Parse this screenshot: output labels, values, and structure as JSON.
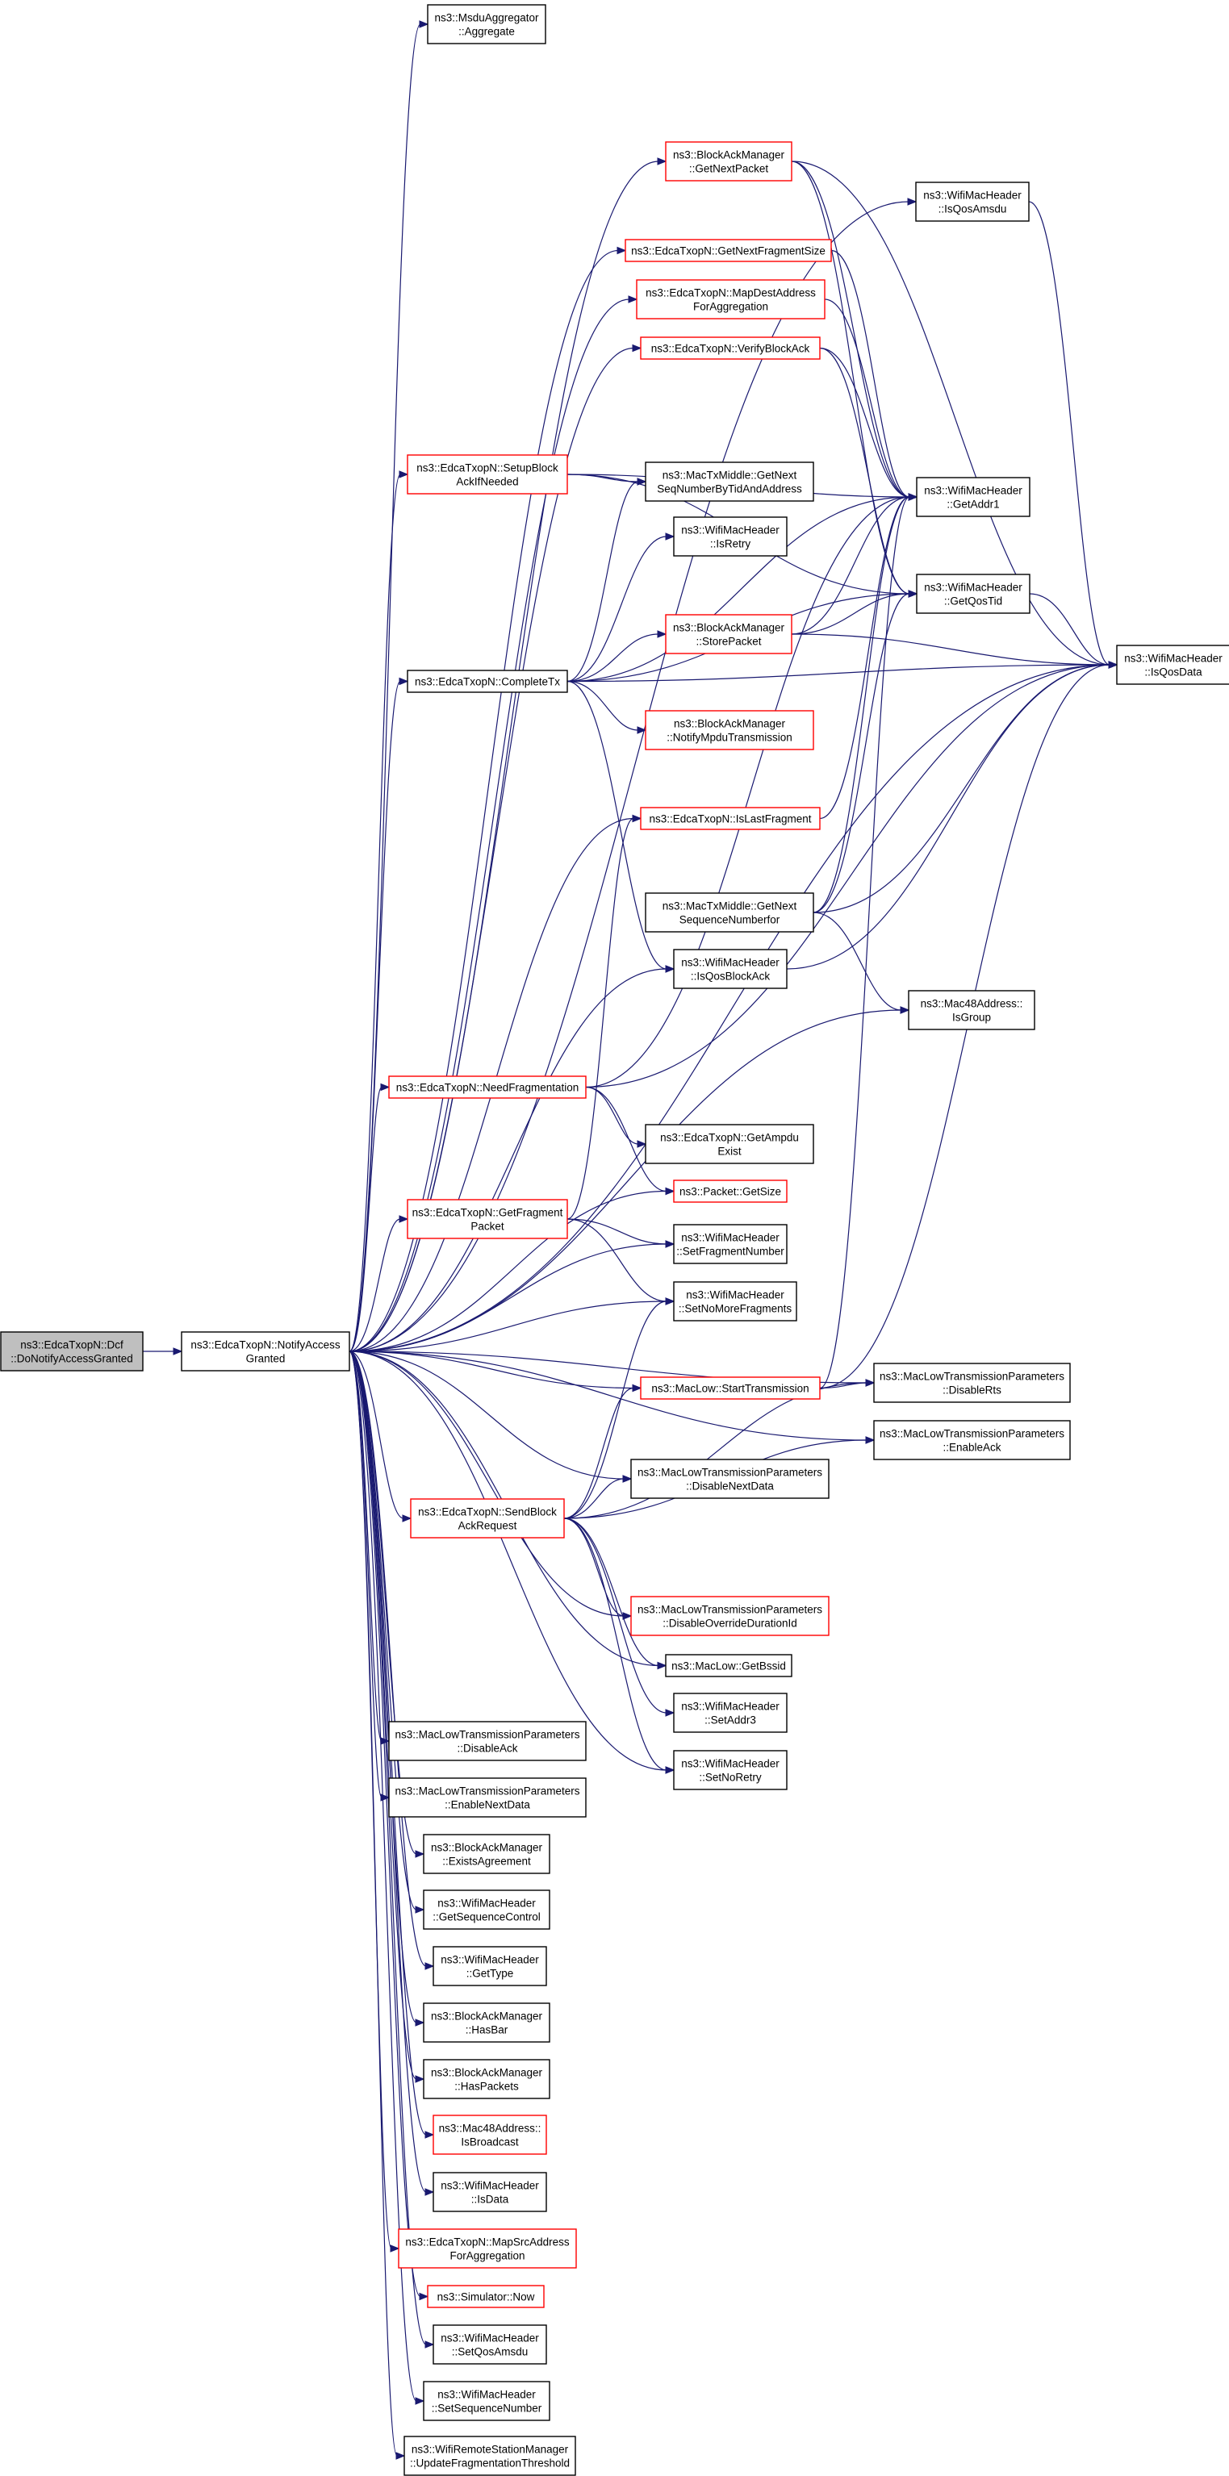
{
  "colors": {
    "edge": "#191970",
    "node_border": "#000000",
    "node_border_link": "#ff0000",
    "node_fill": "#ffffff",
    "root_fill": "#bfbfbf"
  },
  "nodes": [
    {
      "id": "root",
      "lines": [
        "ns3::EdcaTxopN::Dcf",
        "::DoNotifyAccessGranted"
      ],
      "style": "root"
    },
    {
      "id": "notify",
      "lines": [
        "ns3::EdcaTxopN::NotifyAccess",
        "Granted"
      ],
      "style": "normal"
    },
    {
      "id": "aggregate",
      "lines": [
        "ns3::MsduAggregator",
        "::Aggregate"
      ],
      "style": "normal"
    },
    {
      "id": "getnextpacket",
      "lines": [
        "ns3::BlockAckManager",
        "::GetNextPacket"
      ],
      "style": "link"
    },
    {
      "id": "isqosamsdu",
      "lines": [
        "ns3::WifiMacHeader",
        "::IsQosAmsdu"
      ],
      "style": "normal"
    },
    {
      "id": "getnextfragsize",
      "lines": [
        "ns3::EdcaTxopN::GetNextFragmentSize"
      ],
      "style": "link"
    },
    {
      "id": "mapdest",
      "lines": [
        "ns3::EdcaTxopN::MapDestAddress",
        "ForAggregation"
      ],
      "style": "link"
    },
    {
      "id": "verifyblockack",
      "lines": [
        "ns3::EdcaTxopN::VerifyBlockAck"
      ],
      "style": "link"
    },
    {
      "id": "setupblockack",
      "lines": [
        "ns3::EdcaTxopN::SetupBlock",
        "AckIfNeeded"
      ],
      "style": "link"
    },
    {
      "id": "getnextseqtid",
      "lines": [
        "ns3::MacTxMiddle::GetNext",
        "SeqNumberByTidAndAddress"
      ],
      "style": "normal"
    },
    {
      "id": "getaddr1",
      "lines": [
        "ns3::WifiMacHeader",
        "::GetAddr1"
      ],
      "style": "normal"
    },
    {
      "id": "isretry",
      "lines": [
        "ns3::WifiMacHeader",
        "::IsRetry"
      ],
      "style": "normal"
    },
    {
      "id": "getqostid",
      "lines": [
        "ns3::WifiMacHeader",
        "::GetQosTid"
      ],
      "style": "normal"
    },
    {
      "id": "storepacket",
      "lines": [
        "ns3::BlockAckManager",
        "::StorePacket"
      ],
      "style": "link"
    },
    {
      "id": "isqosdata",
      "lines": [
        "ns3::WifiMacHeader",
        "::IsQosData"
      ],
      "style": "normal"
    },
    {
      "id": "completetx",
      "lines": [
        "ns3::EdcaTxopN::CompleteTx"
      ],
      "style": "normal"
    },
    {
      "id": "notifympdu",
      "lines": [
        "ns3::BlockAckManager",
        "::NotifyMpduTransmission"
      ],
      "style": "link"
    },
    {
      "id": "islastfragment",
      "lines": [
        "ns3::EdcaTxopN::IsLastFragment"
      ],
      "style": "link"
    },
    {
      "id": "getnextseqfor",
      "lines": [
        "ns3::MacTxMiddle::GetNext",
        "SequenceNumberfor"
      ],
      "style": "normal"
    },
    {
      "id": "isqosblockack",
      "lines": [
        "ns3::WifiMacHeader",
        "::IsQosBlockAck"
      ],
      "style": "normal"
    },
    {
      "id": "isgroup",
      "lines": [
        "ns3::Mac48Address::",
        "IsGroup"
      ],
      "style": "normal"
    },
    {
      "id": "needfrag",
      "lines": [
        "ns3::EdcaTxopN::NeedFragmentation"
      ],
      "style": "link"
    },
    {
      "id": "getampdu",
      "lines": [
        "ns3::EdcaTxopN::GetAmpdu",
        "Exist"
      ],
      "style": "normal"
    },
    {
      "id": "getsize",
      "lines": [
        "ns3::Packet::GetSize"
      ],
      "style": "link"
    },
    {
      "id": "getfragpacket",
      "lines": [
        "ns3::EdcaTxopN::GetFragment",
        "Packet"
      ],
      "style": "link"
    },
    {
      "id": "setfragnum",
      "lines": [
        "ns3::WifiMacHeader",
        "::SetFragmentNumber"
      ],
      "style": "normal"
    },
    {
      "id": "setnomorefrag",
      "lines": [
        "ns3::WifiMacHeader",
        "::SetNoMoreFragments"
      ],
      "style": "normal"
    },
    {
      "id": "starttx",
      "lines": [
        "ns3::MacLow::StartTransmission"
      ],
      "style": "link"
    },
    {
      "id": "disablerts",
      "lines": [
        "ns3::MacLowTransmissionParameters",
        "::DisableRts"
      ],
      "style": "normal"
    },
    {
      "id": "enableack",
      "lines": [
        "ns3::MacLowTransmissionParameters",
        "::EnableAck"
      ],
      "style": "normal"
    },
    {
      "id": "disablenextdata",
      "lines": [
        "ns3::MacLowTransmissionParameters",
        "::DisableNextData"
      ],
      "style": "normal"
    },
    {
      "id": "sendblockack",
      "lines": [
        "ns3::EdcaTxopN::SendBlock",
        "AckRequest"
      ],
      "style": "link"
    },
    {
      "id": "disableoverride",
      "lines": [
        "ns3::MacLowTransmissionParameters",
        "::DisableOverrideDurationId"
      ],
      "style": "link"
    },
    {
      "id": "getbssid",
      "lines": [
        "ns3::MacLow::GetBssid"
      ],
      "style": "normal"
    },
    {
      "id": "setaddr3",
      "lines": [
        "ns3::WifiMacHeader",
        "::SetAddr3"
      ],
      "style": "normal"
    },
    {
      "id": "setnoretry",
      "lines": [
        "ns3::WifiMacHeader",
        "::SetNoRetry"
      ],
      "style": "normal"
    },
    {
      "id": "disableack",
      "lines": [
        "ns3::MacLowTransmissionParameters",
        "::DisableAck"
      ],
      "style": "normal"
    },
    {
      "id": "enablenextdata",
      "lines": [
        "ns3::MacLowTransmissionParameters",
        "::EnableNextData"
      ],
      "style": "normal"
    },
    {
      "id": "existsagreement",
      "lines": [
        "ns3::BlockAckManager",
        "::ExistsAgreement"
      ],
      "style": "normal"
    },
    {
      "id": "getseqcontrol",
      "lines": [
        "ns3::WifiMacHeader",
        "::GetSequenceControl"
      ],
      "style": "normal"
    },
    {
      "id": "gettype",
      "lines": [
        "ns3::WifiMacHeader",
        "::GetType"
      ],
      "style": "normal"
    },
    {
      "id": "hasbar",
      "lines": [
        "ns3::BlockAckManager",
        "::HasBar"
      ],
      "style": "normal"
    },
    {
      "id": "haspackets",
      "lines": [
        "ns3::BlockAckManager",
        "::HasPackets"
      ],
      "style": "normal"
    },
    {
      "id": "isbroadcast",
      "lines": [
        "ns3::Mac48Address::",
        "IsBroadcast"
      ],
      "style": "link"
    },
    {
      "id": "isdata",
      "lines": [
        "ns3::WifiMacHeader",
        "::IsData"
      ],
      "style": "normal"
    },
    {
      "id": "mapsrc",
      "lines": [
        "ns3::EdcaTxopN::MapSrcAddress",
        "ForAggregation"
      ],
      "style": "link"
    },
    {
      "id": "now",
      "lines": [
        "ns3::Simulator::Now"
      ],
      "style": "link"
    },
    {
      "id": "setqosamsdu",
      "lines": [
        "ns3::WifiMacHeader",
        "::SetQosAmsdu"
      ],
      "style": "normal"
    },
    {
      "id": "setseqnum",
      "lines": [
        "ns3::WifiMacHeader",
        "::SetSequenceNumber"
      ],
      "style": "normal"
    },
    {
      "id": "updatefrag",
      "lines": [
        "ns3::WifiRemoteStationManager",
        "::UpdateFragmentationThreshold"
      ],
      "style": "normal"
    }
  ],
  "edges": [
    [
      "root",
      "notify"
    ],
    [
      "notify",
      "aggregate"
    ],
    [
      "notify",
      "getnextpacket"
    ],
    [
      "notify",
      "isqosamsdu"
    ],
    [
      "notify",
      "getnextfragsize"
    ],
    [
      "notify",
      "mapdest"
    ],
    [
      "notify",
      "verifyblockack"
    ],
    [
      "notify",
      "setupblockack"
    ],
    [
      "notify",
      "isqosdata"
    ],
    [
      "notify",
      "completetx"
    ],
    [
      "notify",
      "islastfragment"
    ],
    [
      "notify",
      "isqosblockack"
    ],
    [
      "notify",
      "isgroup"
    ],
    [
      "notify",
      "needfrag"
    ],
    [
      "notify",
      "getsize"
    ],
    [
      "notify",
      "getfragpacket"
    ],
    [
      "notify",
      "setfragnum"
    ],
    [
      "notify",
      "setnomorefrag"
    ],
    [
      "notify",
      "starttx"
    ],
    [
      "notify",
      "disablerts"
    ],
    [
      "notify",
      "enableack"
    ],
    [
      "notify",
      "disablenextdata"
    ],
    [
      "notify",
      "sendblockack"
    ],
    [
      "notify",
      "disableoverride"
    ],
    [
      "notify",
      "getbssid"
    ],
    [
      "notify",
      "setnoretry"
    ],
    [
      "notify",
      "disableack"
    ],
    [
      "notify",
      "enablenextdata"
    ],
    [
      "notify",
      "existsagreement"
    ],
    [
      "notify",
      "getseqcontrol"
    ],
    [
      "notify",
      "gettype"
    ],
    [
      "notify",
      "hasbar"
    ],
    [
      "notify",
      "haspackets"
    ],
    [
      "notify",
      "isbroadcast"
    ],
    [
      "notify",
      "isdata"
    ],
    [
      "notify",
      "mapsrc"
    ],
    [
      "notify",
      "now"
    ],
    [
      "notify",
      "setqosamsdu"
    ],
    [
      "notify",
      "setseqnum"
    ],
    [
      "notify",
      "updatefrag"
    ],
    [
      "getnextpacket",
      "getaddr1"
    ],
    [
      "getnextpacket",
      "getqostid"
    ],
    [
      "getnextpacket",
      "isqosdata"
    ],
    [
      "isqosamsdu",
      "isqosdata"
    ],
    [
      "getnextfragsize",
      "getaddr1"
    ],
    [
      "mapdest",
      "getaddr1"
    ],
    [
      "verifyblockack",
      "getaddr1"
    ],
    [
      "verifyblockack",
      "getqostid"
    ],
    [
      "setupblockack",
      "getnextseqtid"
    ],
    [
      "setupblockack",
      "getaddr1"
    ],
    [
      "setupblockack",
      "getqostid"
    ],
    [
      "getqostid",
      "isqosdata"
    ],
    [
      "storepacket",
      "getaddr1"
    ],
    [
      "storepacket",
      "getqostid"
    ],
    [
      "storepacket",
      "isqosdata"
    ],
    [
      "completetx",
      "getnextseqtid"
    ],
    [
      "completetx",
      "getaddr1"
    ],
    [
      "completetx",
      "isretry"
    ],
    [
      "completetx",
      "getqostid"
    ],
    [
      "completetx",
      "storepacket"
    ],
    [
      "completetx",
      "isqosdata"
    ],
    [
      "completetx",
      "notifympdu"
    ],
    [
      "completetx",
      "isqosblockack"
    ],
    [
      "islastfragment",
      "getaddr1"
    ],
    [
      "getnextseqfor",
      "getaddr1"
    ],
    [
      "getnextseqfor",
      "getqostid"
    ],
    [
      "getnextseqfor",
      "isqosdata"
    ],
    [
      "getnextseqfor",
      "isgroup"
    ],
    [
      "isqosblockack",
      "isqosdata"
    ],
    [
      "needfrag",
      "getaddr1"
    ],
    [
      "needfrag",
      "isqosdata"
    ],
    [
      "needfrag",
      "getampdu"
    ],
    [
      "needfrag",
      "getsize"
    ],
    [
      "getfragpacket",
      "islastfragment"
    ],
    [
      "getfragpacket",
      "setfragnum"
    ],
    [
      "getfragpacket",
      "setnomorefrag"
    ],
    [
      "starttx",
      "getaddr1"
    ],
    [
      "starttx",
      "isqosdata"
    ],
    [
      "starttx",
      "disablerts"
    ],
    [
      "sendblockack",
      "setnomorefrag"
    ],
    [
      "sendblockack",
      "starttx"
    ],
    [
      "sendblockack",
      "disablerts"
    ],
    [
      "sendblockack",
      "enableack"
    ],
    [
      "sendblockack",
      "disablenextdata"
    ],
    [
      "sendblockack",
      "disableoverride"
    ],
    [
      "sendblockack",
      "getbssid"
    ],
    [
      "sendblockack",
      "setaddr3"
    ],
    [
      "sendblockack",
      "setnoretry"
    ]
  ]
}
